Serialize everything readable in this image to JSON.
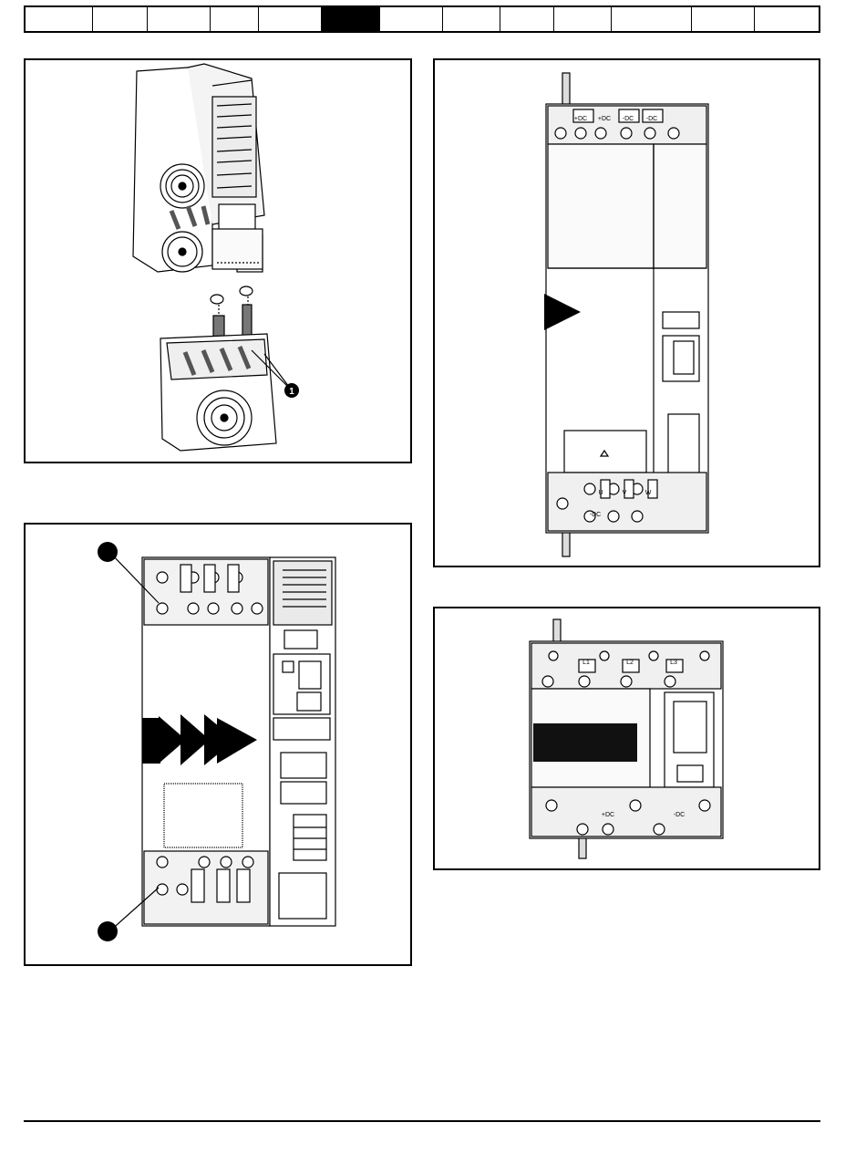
{
  "tabs": [
    {
      "width": 74,
      "active": false
    },
    {
      "width": 60,
      "active": false
    },
    {
      "width": 69,
      "active": false
    },
    {
      "width": 54,
      "active": false
    },
    {
      "width": 69,
      "active": false
    },
    {
      "width": 64,
      "active": true
    },
    {
      "width": 69,
      "active": false
    },
    {
      "width": 63,
      "active": false
    },
    {
      "width": 59,
      "active": false
    },
    {
      "width": 63,
      "active": false
    },
    {
      "width": 89,
      "active": false
    },
    {
      "width": 69,
      "active": false
    },
    {
      "width": 70,
      "active": false
    }
  ],
  "figure1": {
    "callout": "1"
  },
  "figure3": {
    "top_terminals": [
      "+DC",
      "+DC",
      "-DC",
      "-DC"
    ],
    "bottom_terminals": [
      "U",
      "V",
      "W"
    ],
    "bottom_dc": "-DC"
  },
  "figure4": {
    "top_terminals": [
      "L1",
      "L2",
      "L3"
    ],
    "bottom_terminals": [
      "+DC",
      "-DC"
    ]
  }
}
